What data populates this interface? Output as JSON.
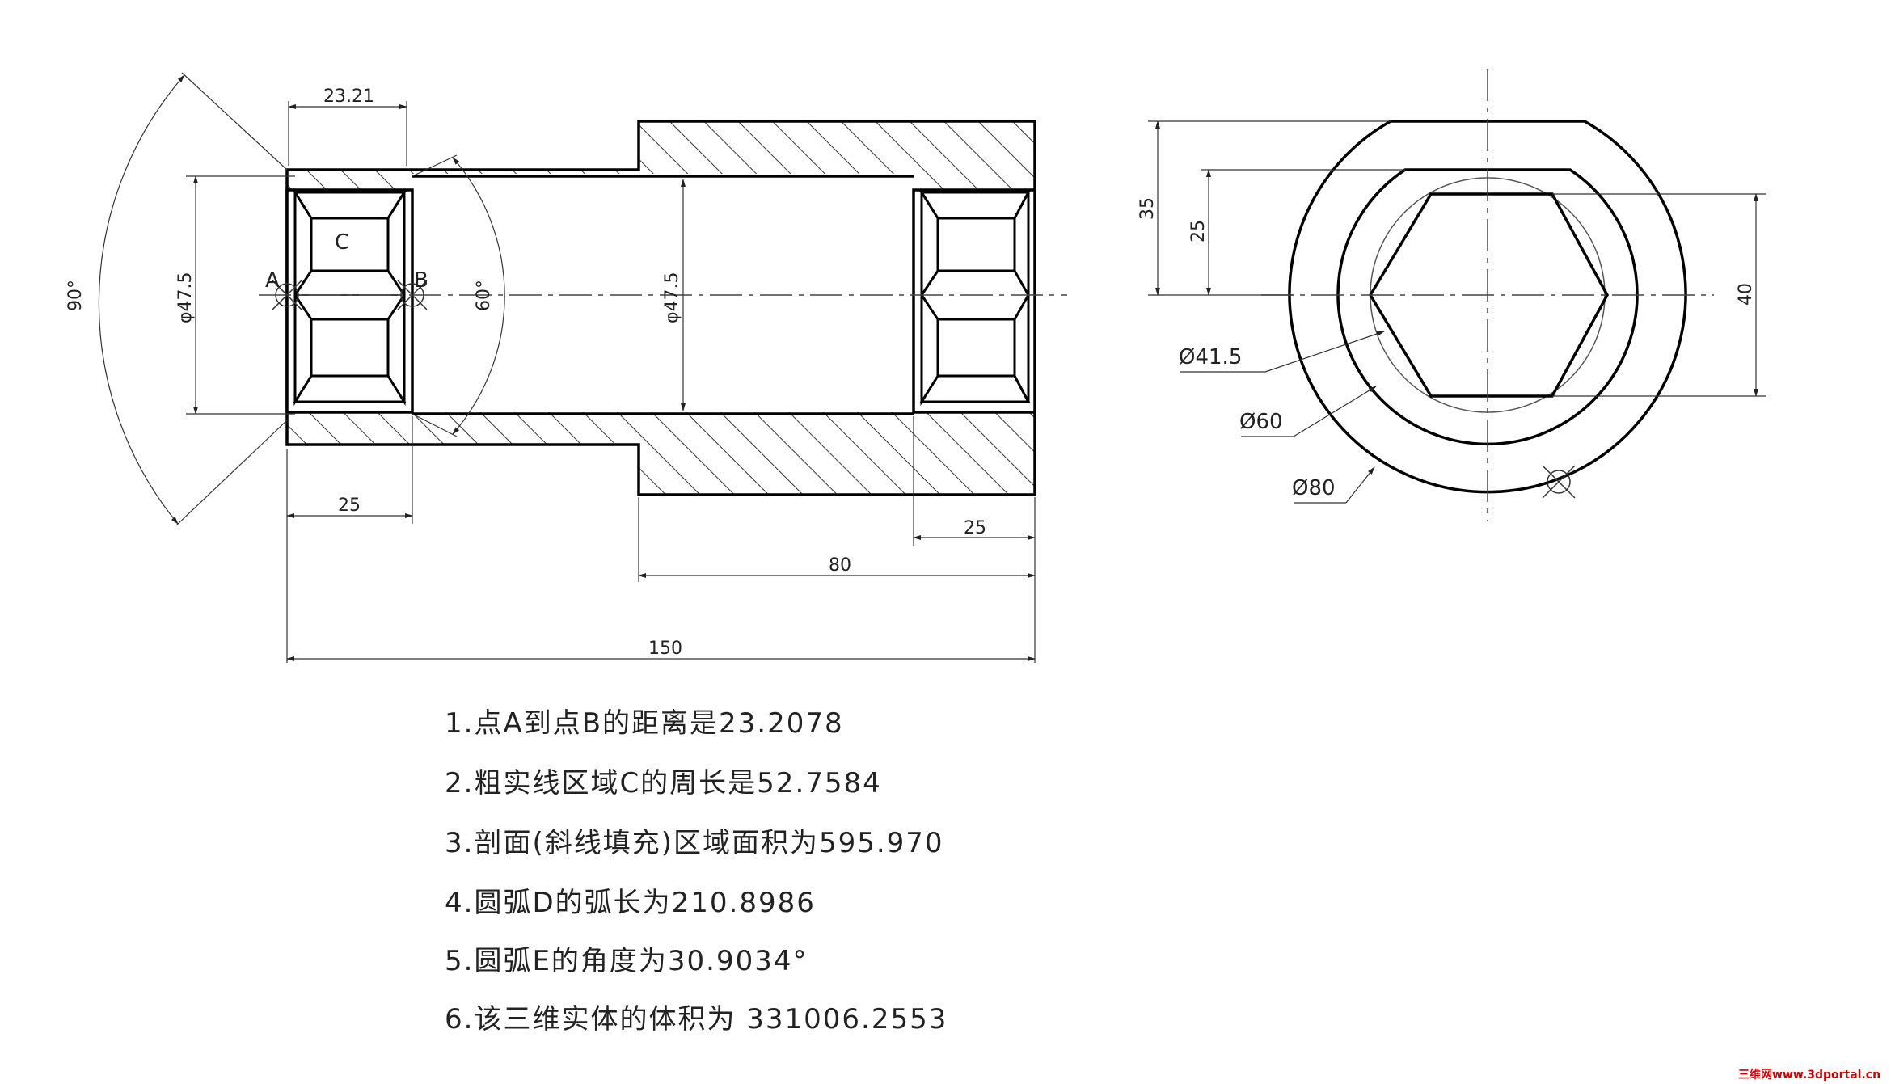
{
  "section_view": {
    "dims": {
      "top_width": "23.21",
      "bottom_left": "25",
      "bottom_right": "25",
      "length_80": "80",
      "length_150": "150",
      "dia_left": "φ47.5",
      "dia_center": "φ47.5",
      "angle_outer": "90°",
      "angle_inner": "60°"
    },
    "points": {
      "a": "A",
      "b": "B",
      "c": "C"
    }
  },
  "end_view": {
    "dims": {
      "h35": "35",
      "h25": "25",
      "h40": "40",
      "d41": "Ø41.5",
      "d60": "Ø60",
      "d80": "Ø80"
    }
  },
  "notes": [
    "1.点A到点B的距离是23.2078",
    "2.粗实线区域C的周长是52.7584",
    "3.剖面(斜线填充)区域面积为595.970",
    "4.圆弧D的弧长为210.8986",
    "5.圆弧E的角度为30.9034°",
    "6.该三维实体的体积为 331006.2553"
  ],
  "watermark": "三维网www.3dportal.cn",
  "colors": {
    "line": "#000000",
    "thin": "#333333",
    "watermark_red": "#cc0000",
    "watermark_blue": "#1a3fa0"
  }
}
